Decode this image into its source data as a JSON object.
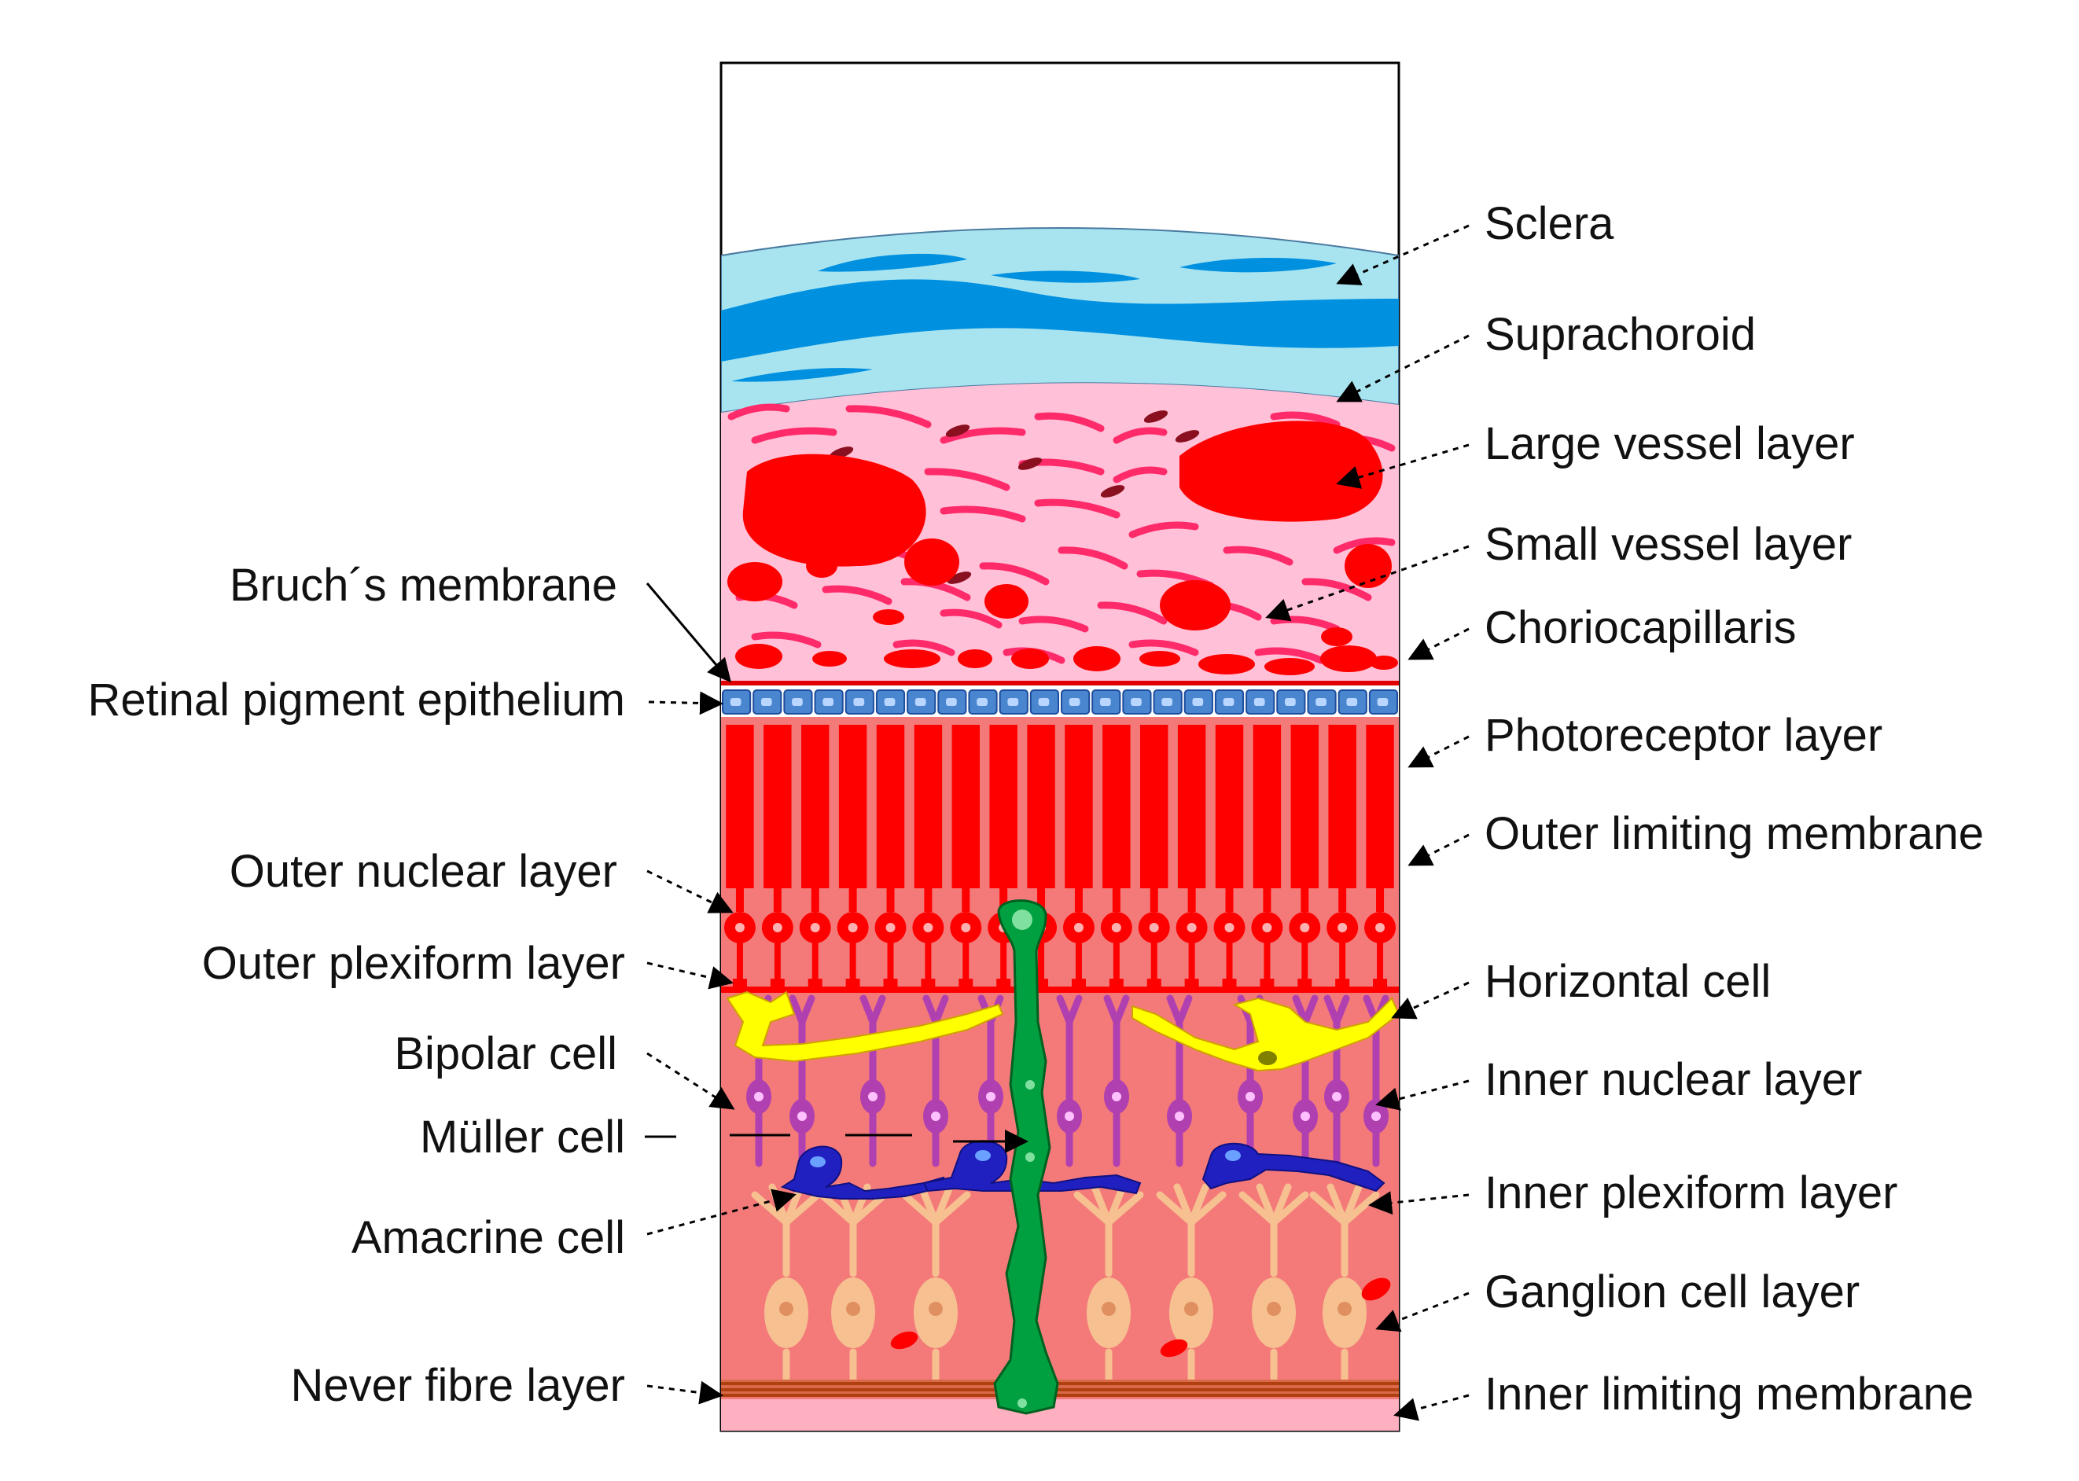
{
  "diagram": {
    "labels_right": [
      "Sclera",
      "Suprachoroid",
      "Large vessel layer",
      "Small vessel layer",
      "Choriocapillaris",
      "Photoreceptor layer",
      "Outer limiting membrane",
      "Horizontal cell",
      "Inner nuclear layer",
      "Inner plexiform layer",
      "Ganglion cell layer",
      "Inner limiting membrane"
    ],
    "labels_left": [
      "Bruch´s membrane",
      "Retinal pigment epithelium",
      "Outer nuclear layer",
      "Outer plexiform layer",
      "Bipolar cell",
      "Müller cell",
      "Amacrine cell",
      "Never fibre layer"
    ],
    "colors": {
      "sclera_light": "#a8e4f0",
      "sclera_dark": "#0090e0",
      "choroid_pink": "#ffc0d8",
      "vessel_red": "#ff0000",
      "fibre_pink": "#ff2a6a",
      "rpe_blue": "#4a86d0",
      "retina_salmon": "#f47a7a",
      "photoreceptor_red": "#ff0000",
      "horizontal_yellow": "#ffff00",
      "bipolar_purple": "#b040b0",
      "amacrine_blue": "#2020c0",
      "ganglion_peach": "#f7c090",
      "muller_green": "#00a040",
      "nerve_brown": "#c05020",
      "ilm_pink": "#ffb0c0"
    }
  }
}
